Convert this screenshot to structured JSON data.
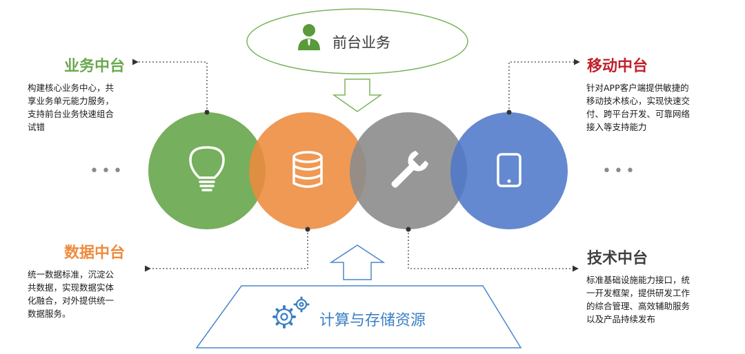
{
  "top": {
    "label": "前台业务"
  },
  "bottom": {
    "label": "计算与存储资源"
  },
  "modules": {
    "business": {
      "title": "业务中台",
      "desc": [
        "构建核心业务中心，共",
        "享业务单元能力服务，",
        "支持前台业务快速组合",
        "试错"
      ]
    },
    "data": {
      "title": "数据中台",
      "desc": [
        "统一数据标准，沉淀公",
        "共数据，实现数据实体",
        "化融合，对外提供统一",
        "数据服务。"
      ]
    },
    "mobile": {
      "title": "移动中台",
      "desc": [
        "针对APP客户端提供敏捷的",
        "移动技术核心，实现快速交",
        "付、跨平台开发、可靠网络",
        "接入等支持能力"
      ]
    },
    "tech": {
      "title": "技术中台",
      "desc": [
        "标准基础设施能力接口，统",
        "一开发框架，提供研发工作",
        "的综合管理、高效辅助服务",
        "以及产品持续发布"
      ]
    }
  },
  "ellipsis": {
    "left": "•••",
    "right": "•••"
  },
  "colors": {
    "green": "#6aa84f",
    "orange": "#ed8b3e",
    "gray": "#8c8c8c",
    "blue": "#4f79c9",
    "mobile_title": "#c0202a",
    "tech_title": "#404040",
    "pill_border": "#7ab35a",
    "resource_border": "#4a86c8"
  },
  "icons": [
    "user-icon",
    "lightbulb-icon",
    "database-icon",
    "wrench-icon",
    "tablet-icon",
    "gears-icon"
  ]
}
